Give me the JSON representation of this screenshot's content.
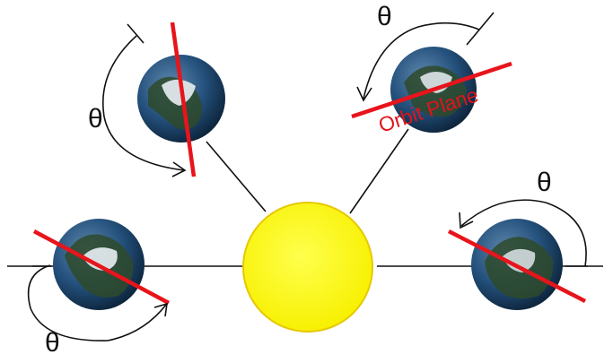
{
  "diagram": {
    "angle_symbol": "θ",
    "orbit_plane_label": "Orbit Plane",
    "colors": {
      "background": "#ffffff",
      "orbit_lines": "#111111",
      "axis_lines": "#e8141b",
      "sun_fill": "#ffff00",
      "sun_stroke": "#e6c800",
      "earth_ocean": "#1f4d7a",
      "earth_land": "#2e4a2a",
      "earth_ice": "#e9eef4",
      "label_red": "#e0141b"
    },
    "earths": [
      {
        "id": "upper-left",
        "view": "axis"
      },
      {
        "id": "upper-right",
        "view": "orbit-plane"
      },
      {
        "id": "left",
        "view": "orbit-plane"
      },
      {
        "id": "right",
        "view": "orbit-plane"
      }
    ]
  }
}
